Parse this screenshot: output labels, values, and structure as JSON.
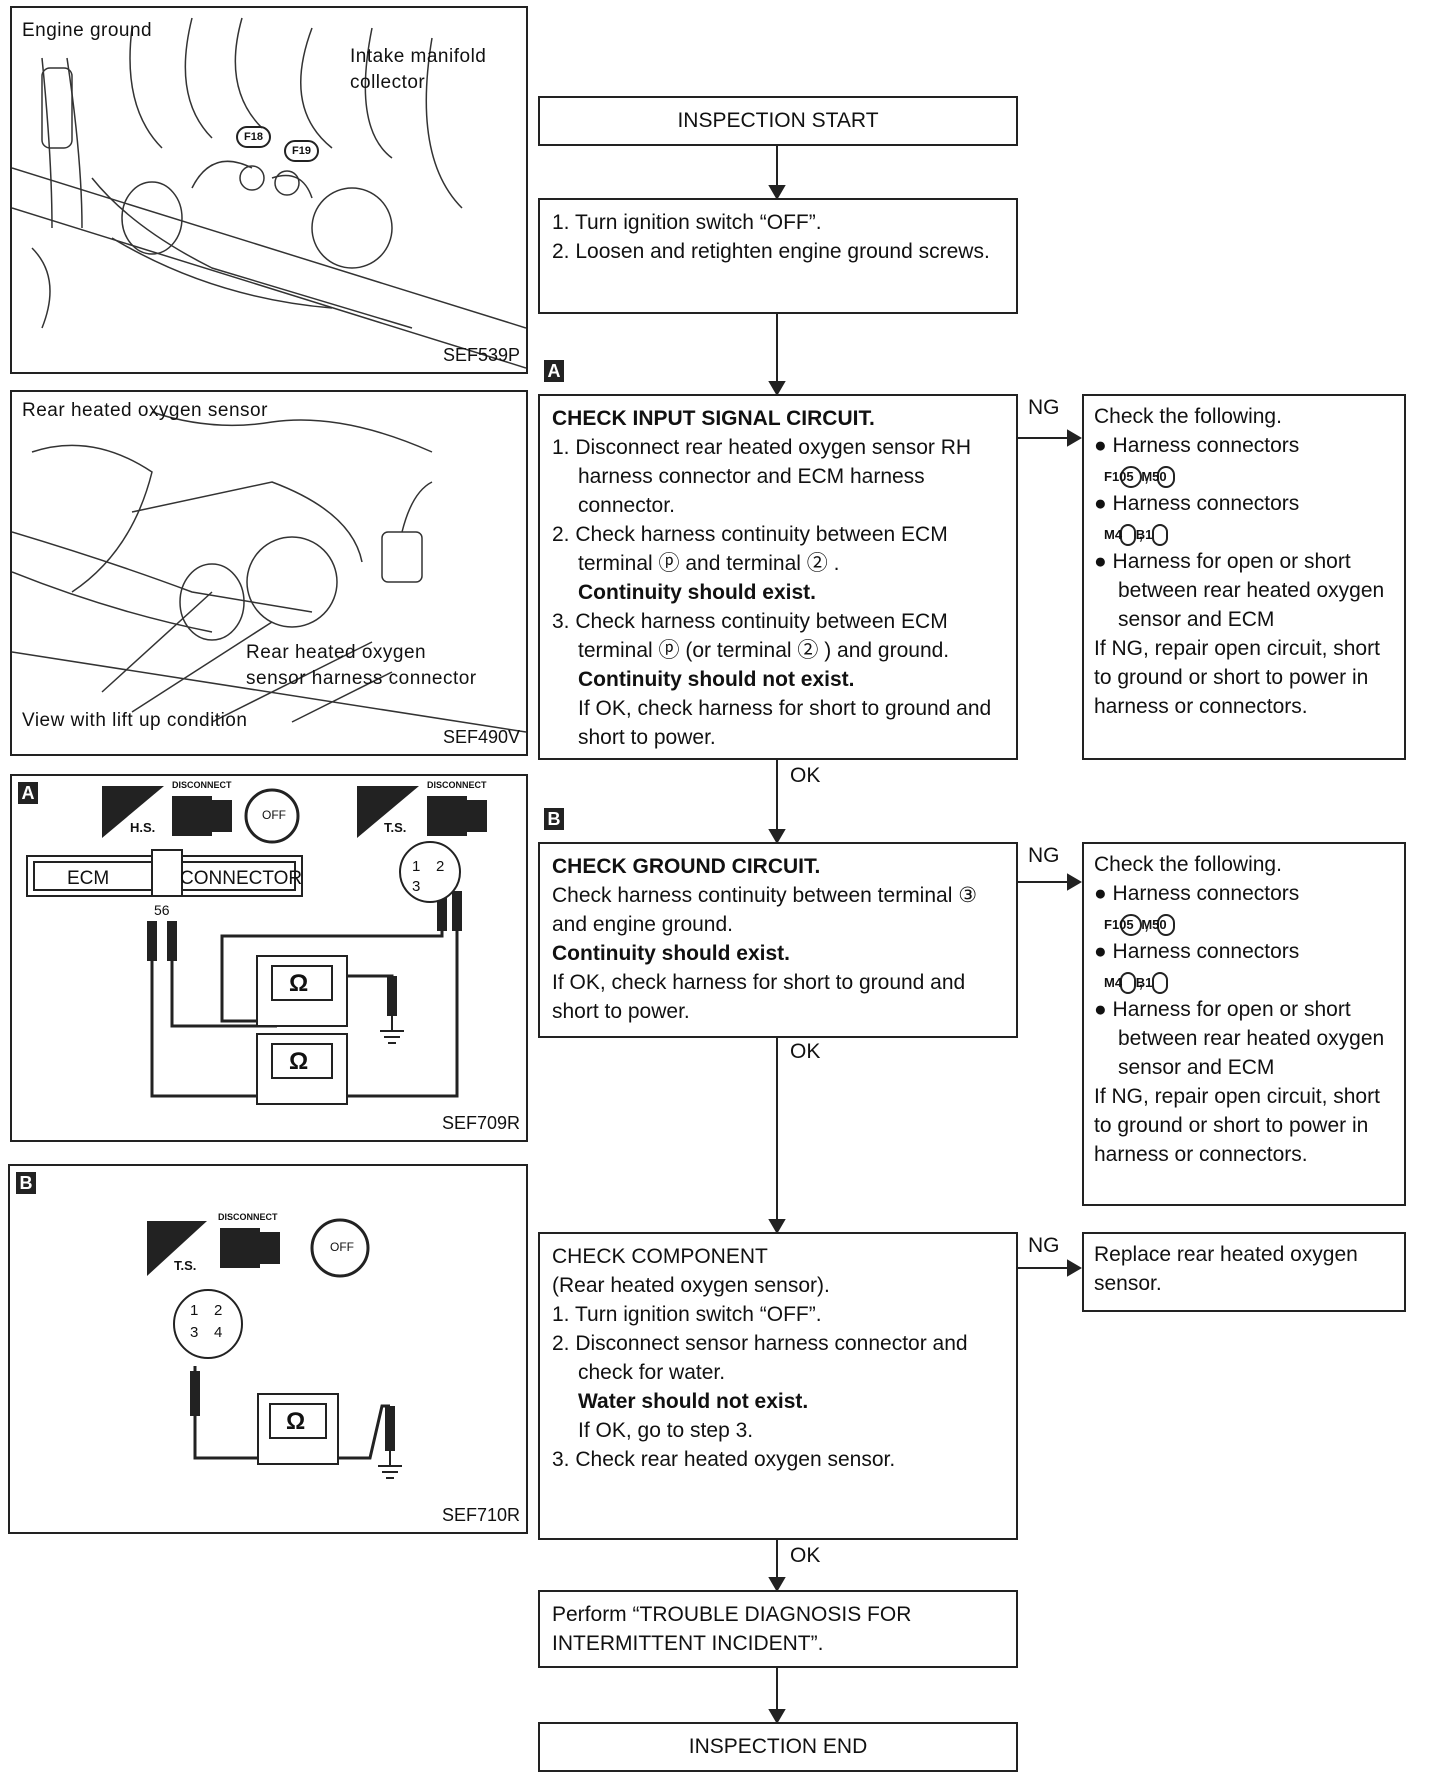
{
  "figures": {
    "fig1": {
      "label_engine_ground": "Engine ground",
      "label_intake_line1": "Intake manifold",
      "label_intake_line2": "collector",
      "conn_f18": "F18",
      "conn_f19": "F19",
      "code": "SEF539P"
    },
    "fig2": {
      "label_sensor": "Rear heated oxygen sensor",
      "label_harness_line1": "Rear heated oxygen",
      "label_harness_line2": "sensor harness connector",
      "label_view": "View with lift up condition",
      "code": "SEF490V"
    },
    "fig3": {
      "tag": "A",
      "icon_hs": "H.S.",
      "icon_ts": "T.S.",
      "disconnect_1": "DISCONNECT",
      "disconnect_2": "DISCONNECT",
      "off": "OFF",
      "ecm": "ECM",
      "connector": "CONNECTOR",
      "terminal_56": "56",
      "pin_1": "1",
      "pin_2": "2",
      "pin_3": "3",
      "ohm_1": "Ω",
      "ohm_2": "Ω",
      "code": "SEF709R"
    },
    "fig4": {
      "tag": "B",
      "icon_ts": "T.S.",
      "disconnect": "DISCONNECT",
      "off": "OFF",
      "pin_1": "1",
      "pin_2": "2",
      "pin_3": "3",
      "pin_4": "4",
      "ohm": "Ω",
      "code": "SEF710R"
    }
  },
  "flow": {
    "start": "INSPECTION START",
    "step1": {
      "items": [
        "1. Turn ignition switch “OFF”.",
        "2. Loosen and retighten engine ground screws."
      ]
    },
    "tag_a": "A",
    "step_a": {
      "title": "CHECK INPUT SIGNAL CIRCUIT.",
      "item1": "1. Disconnect rear heated oxygen sensor RH harness connector and ECM harness connector.",
      "item2": "2. Check harness continuity between ECM terminal ⓟ and terminal ② .",
      "item2_bold": "Continuity should exist.",
      "item3": "3. Check harness continuity between ECM terminal ⓟ (or terminal ② ) and ground.",
      "item3_bold": "Continuity should not exist.",
      "item3_tail": "If OK, check harness for short to ground and short to power."
    },
    "ng_a": "NG",
    "ok_a": "OK",
    "check_a": {
      "title": "Check the following.",
      "bullet1": "Harness connectors",
      "bullet1_c1": "F105",
      "bullet1_sep": ",",
      "bullet1_c2": "M50",
      "bullet2": "Harness connectors",
      "bullet2_c1": "M4",
      "bullet2_sep": ",",
      "bullet2_c2": "B1",
      "bullet3": "Harness for open or short between rear heated oxygen sensor and ECM",
      "tail": "If NG, repair open circuit, short to ground or short to power in harness or connectors."
    },
    "tag_b": "B",
    "step_b": {
      "title": "CHECK GROUND CIRCUIT.",
      "line1": "Check harness continuity between terminal ③ and engine ground.",
      "bold": "Continuity should exist.",
      "tail": "If OK, check harness for short to ground and short to power."
    },
    "ng_b": "NG",
    "ok_b": "OK",
    "check_b": {
      "title": "Check the following.",
      "bullet1": "Harness connectors",
      "bullet1_c1": "F105",
      "bullet1_sep": ",",
      "bullet1_c2": "M50",
      "bullet2": "Harness connectors",
      "bullet2_c1": "M4",
      "bullet2_sep": ",",
      "bullet2_c2": "B1",
      "bullet3": "Harness for open or short between rear heated oxygen sensor and ECM",
      "tail": "If NG, repair open circuit, short to ground or short to power in harness or connectors."
    },
    "step_c": {
      "title": "CHECK COMPONENT",
      "subtitle": "(Rear heated oxygen sensor).",
      "item1": "1. Turn ignition switch “OFF”.",
      "item2": "2. Disconnect sensor harness connector and check for water.",
      "item2_bold": "Water should not exist.",
      "item2_tail": "If OK, go to step 3.",
      "item3": "3. Check rear heated oxygen sensor."
    },
    "ng_c": "NG",
    "ok_c": "OK",
    "replace": "Replace rear heated oxygen sensor.",
    "perform": "Perform “TROUBLE DIAGNOSIS FOR INTERMITTENT INCIDENT”.",
    "end": "INSPECTION END"
  }
}
